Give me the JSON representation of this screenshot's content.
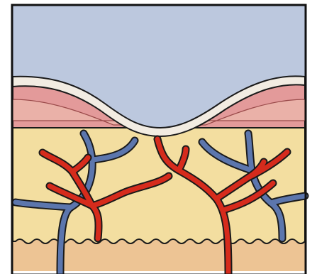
{
  "colors": {
    "background": "#ffffff",
    "frame": "#111111",
    "ulcer_cavity": "#bcc8de",
    "wound_surface": "#f2ece2",
    "epidermis_outer": "#e39a9a",
    "epidermis_inner": "#eab1a8",
    "dermis": "#f3dea0",
    "subcutis": "#edc494",
    "artery": "#d62b1c",
    "vein": "#5c76ad",
    "outline": "#1a1a1a"
  },
  "layers": [
    "ulcer-cavity",
    "wound-surface",
    "epidermis",
    "dermis",
    "subcutis"
  ],
  "vessels": {
    "arteries": 3,
    "veins": 4
  }
}
